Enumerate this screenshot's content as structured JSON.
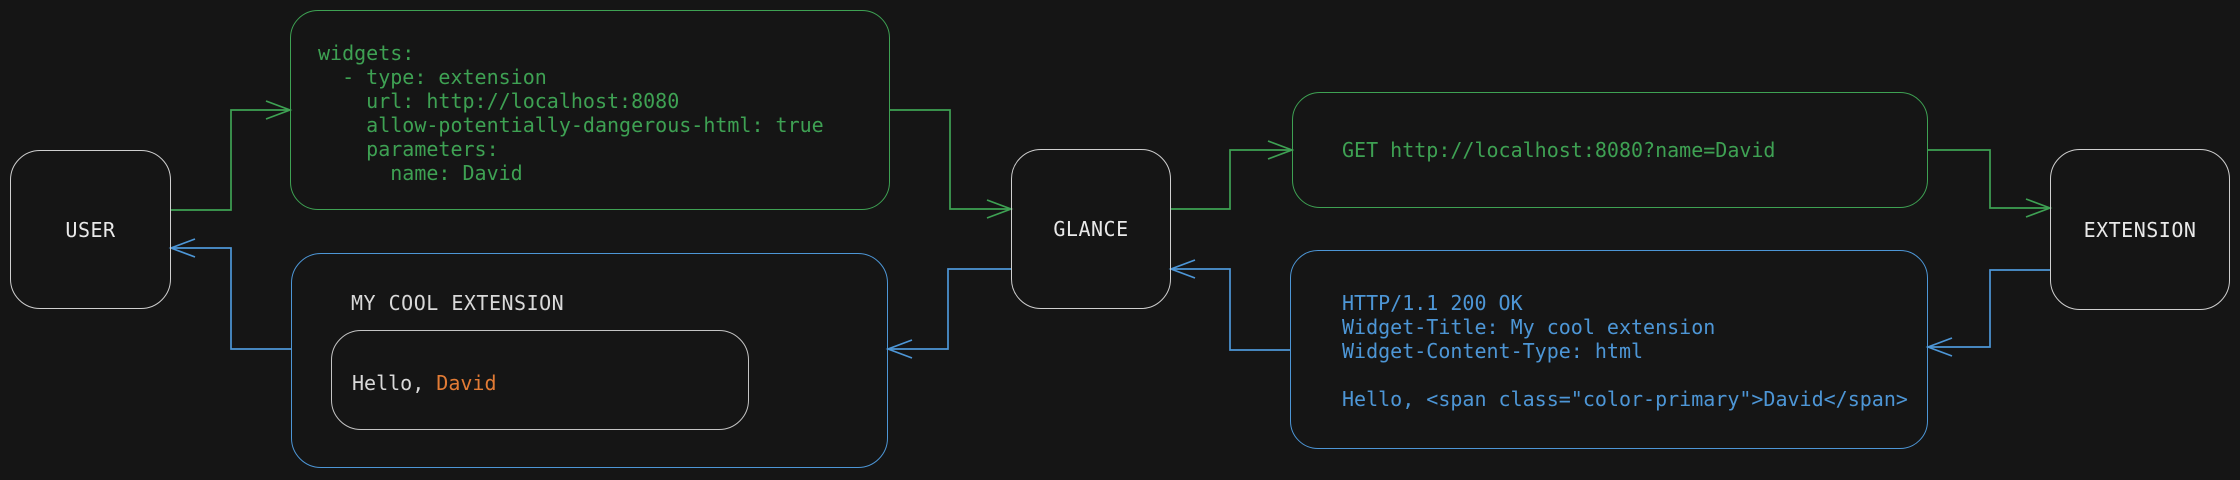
{
  "colors": {
    "background": "#151515",
    "green": "#3ea153",
    "blue": "#4d96d6",
    "orange": "#e27b35",
    "node_border": "#cfcfcf",
    "node_text": "#e9e9e9",
    "widget_text": "#d9d9d9",
    "inner_border": "#c4c4c4"
  },
  "nodes": {
    "user": {
      "label": "USER"
    },
    "glance": {
      "label": "GLANCE"
    },
    "extension": {
      "label": "EXTENSION"
    }
  },
  "config_box": {
    "code": "widgets:\n  - type: extension\n    url: http://localhost:8080\n    allow-potentially-dangerous-html: true\n    parameters:\n      name: David"
  },
  "request_box": {
    "code": "GET http://localhost:8080?name=David"
  },
  "response_box": {
    "code": "HTTP/1.1 200 OK\nWidget-Title: My cool extension\nWidget-Content-Type: html\n\nHello, <span class=\"color-primary\">David</span>"
  },
  "widget_box": {
    "title": "MY COOL EXTENSION",
    "greeting_prefix": "Hello, ",
    "greeting_name": "David"
  }
}
